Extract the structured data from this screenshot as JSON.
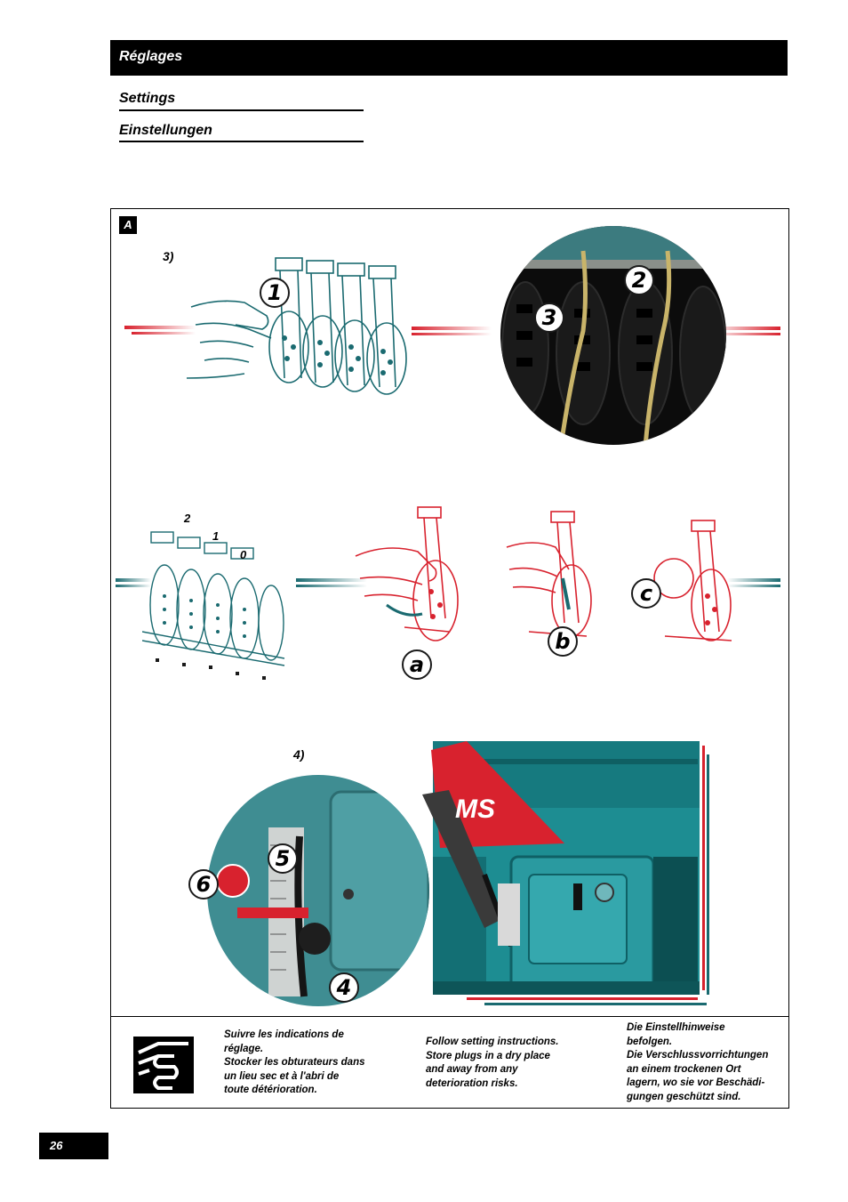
{
  "header": {
    "title": "Réglages"
  },
  "subtitles": {
    "en": "Settings",
    "de": "Einstellungen"
  },
  "section": {
    "badge": "A"
  },
  "steps": {
    "step3": "3)",
    "step4": "4)"
  },
  "callouts": {
    "n1": "1",
    "n2": "2",
    "n3": "3",
    "n4": "4",
    "n5": "5",
    "n6": "6",
    "a": "a",
    "b": "b",
    "c": "c",
    "pos2": "2",
    "pos1": "1",
    "pos0": "0"
  },
  "photo_label": "MS",
  "notes": {
    "fr": [
      "Suivre les indications de",
      "réglage.",
      "Stocker les obturateurs dans",
      "un lieu sec et à l'abri de",
      "toute détérioration."
    ],
    "en": [
      "Follow setting instructions.",
      "Store plugs in a dry place",
      "and away from any",
      "deterioration risks."
    ],
    "de": [
      "Die Einstellhinweise",
      "befolgen.",
      "Die Verschlussvorrichtungen",
      "an einem trockenen Ort",
      "lagern, wo sie vor Beschädi-",
      "gungen geschützt sind."
    ]
  },
  "page": {
    "number": "26"
  },
  "colors": {
    "red": "#d8222e",
    "teal": "#1a7f86",
    "black": "#000000"
  }
}
